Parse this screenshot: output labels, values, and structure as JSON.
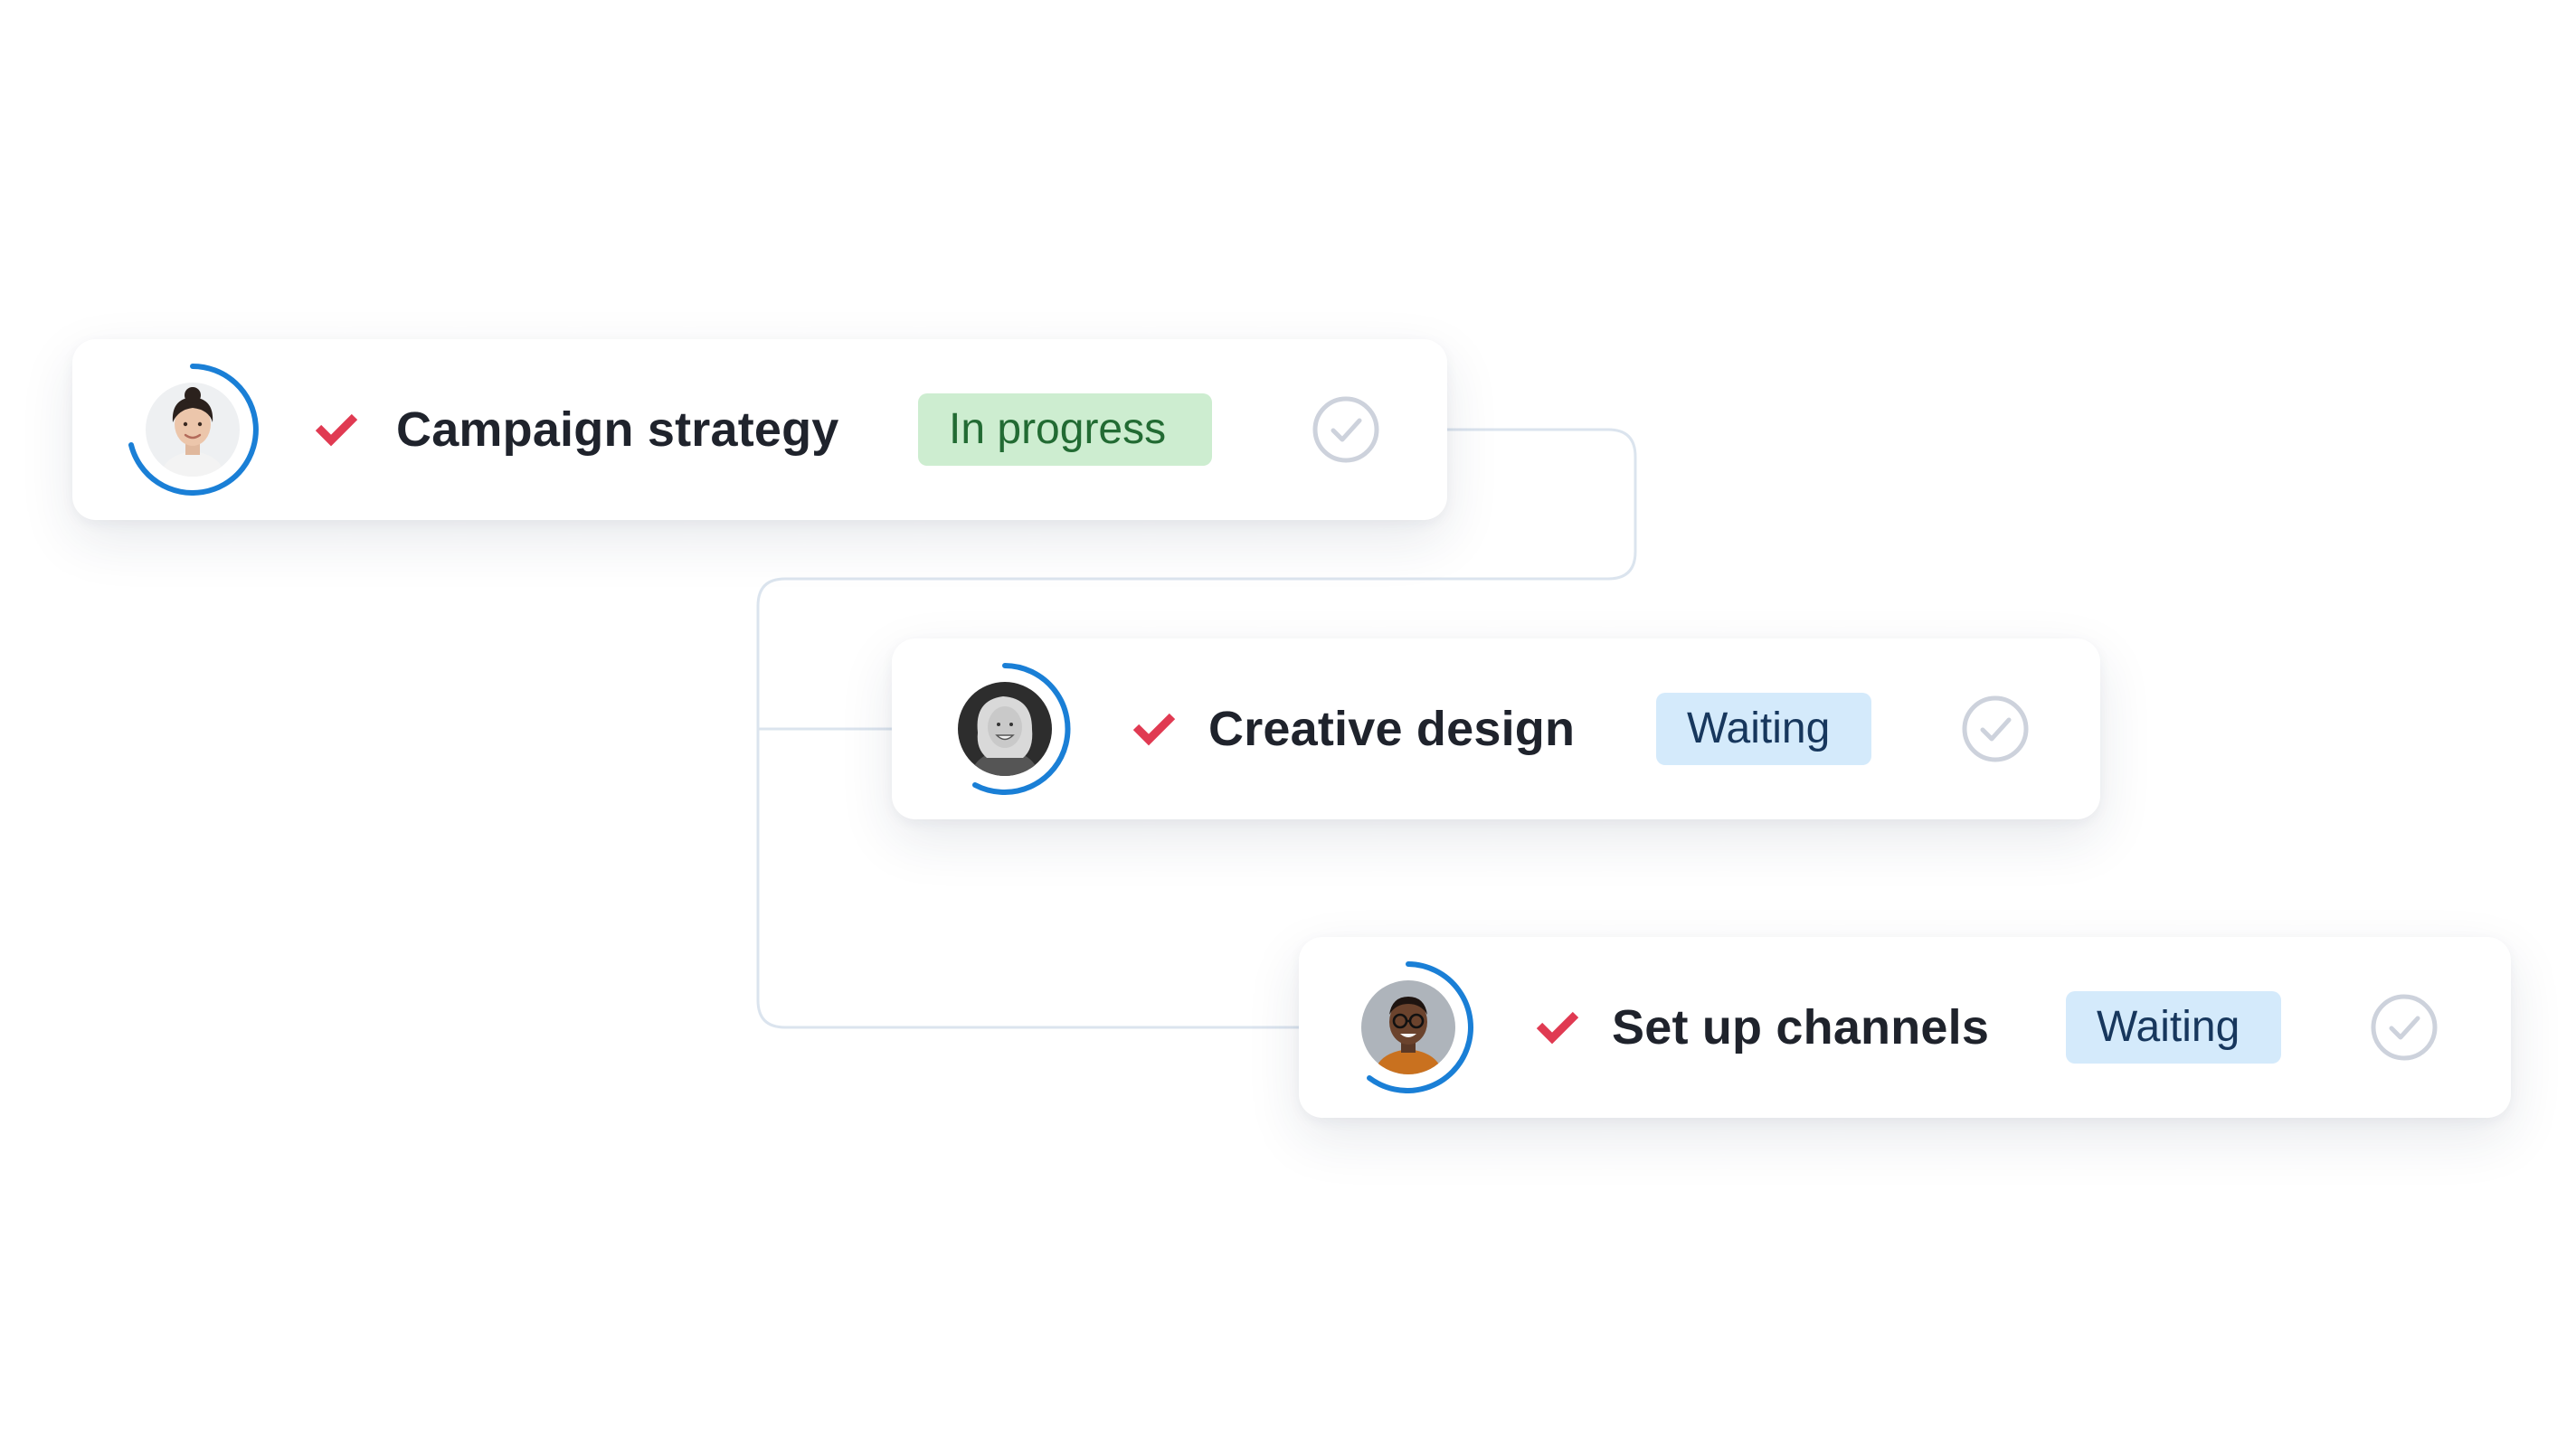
{
  "colors": {
    "accent_blue": "#1a7fd6",
    "priority_red": "#e03a52",
    "connector": "#dbe4ee",
    "in_progress_bg": "#cdedd0",
    "in_progress_text": "#226b33",
    "waiting_bg": "#d4eafb",
    "waiting_text": "#17375d"
  },
  "tasks": [
    {
      "title": "Campaign strategy",
      "status": "In progress",
      "assignee_avatar": "avatar-woman-dark-hair",
      "priority_icon": "red-check-icon",
      "complete_icon": "circle-check-icon"
    },
    {
      "title": "Creative design",
      "status": "Waiting",
      "assignee_avatar": "avatar-woman-blonde",
      "priority_icon": "red-check-icon",
      "complete_icon": "circle-check-icon"
    },
    {
      "title": "Set up channels",
      "status": "Waiting",
      "assignee_avatar": "avatar-man-glasses",
      "priority_icon": "red-check-icon",
      "complete_icon": "circle-check-icon"
    }
  ]
}
